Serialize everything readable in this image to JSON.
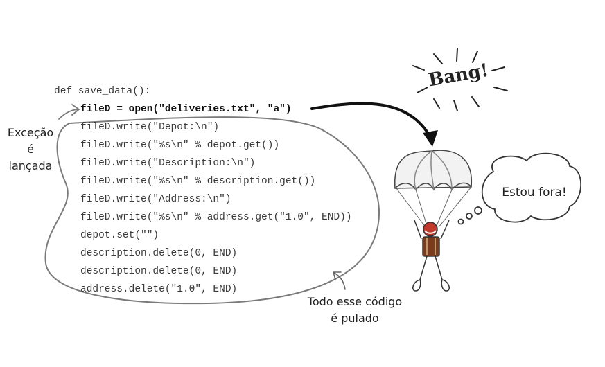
{
  "code": {
    "lines": [
      "def save_data():",
      "fileD = open(\"deliveries.txt\", \"a\")",
      "fileD.write(\"Depot:\\n\")",
      "fileD.write(\"%s\\n\" % depot.get())",
      "fileD.write(\"Description:\\n\")",
      "fileD.write(\"%s\\n\" % description.get())",
      "fileD.write(\"Address:\\n\")",
      "fileD.write(\"%s\\n\" % address.get(\"1.0\", END))",
      "depot.set(\"\")",
      "description.delete(0, END)",
      "description.delete(0, END)",
      "address.delete(\"1.0\", END)"
    ]
  },
  "annotations": {
    "exception_line1": "Exceção",
    "exception_line2": "é",
    "exception_line3": "lançada",
    "skipped_line1": "Todo esse código",
    "skipped_line2": "é pulado",
    "bang": "Bang!",
    "speech": "Estou fora!"
  },
  "colors": {
    "ink": "#1a1a1a",
    "outline": "#7a7a7a",
    "parachute_red": "#c0392b",
    "backpack_brown": "#7a3d1c"
  }
}
